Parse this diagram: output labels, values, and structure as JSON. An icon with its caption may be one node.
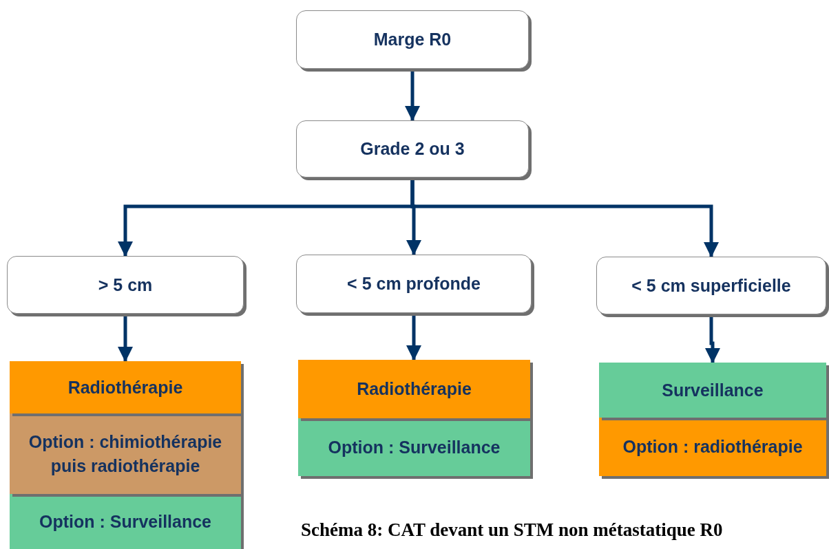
{
  "diagram": {
    "caption": "Schéma 8: CAT devant un STM non métastatique R0",
    "nodes": [
      {
        "text": [
          "Marge R0"
        ]
      },
      {
        "text": [
          "Grade 2 ou 3"
        ]
      },
      {
        "text": [
          "> 5 cm"
        ]
      },
      {
        "text": [
          "< 5 cm profonde"
        ]
      },
      {
        "text": [
          "< 5 cm superficielle"
        ]
      },
      {
        "text": [
          "Radiothérapie"
        ]
      },
      {
        "text": [
          "Option : chimiothérapie puis radiothérapie"
        ]
      },
      {
        "text": [
          "Option : Surveillance"
        ]
      },
      {
        "text": [
          "Radiothérapie"
        ]
      },
      {
        "text": [
          "Option : Surveillance"
        ]
      },
      {
        "text": [
          "Surveillance"
        ]
      },
      {
        "text": [
          "Option : radiothérapie"
        ]
      }
    ],
    "edges": [
      {
        "from": 0,
        "to": 1,
        "arrow": "to"
      },
      {
        "from": 1,
        "to": 2,
        "arrow": "to"
      },
      {
        "from": 1,
        "to": 3,
        "arrow": "to"
      },
      {
        "from": 1,
        "to": 4,
        "arrow": "to"
      },
      {
        "from": 2,
        "to": 5,
        "arrow": "to"
      },
      {
        "from": 3,
        "to": 8,
        "arrow": "to"
      },
      {
        "from": 4,
        "to": 10,
        "arrow": "to"
      }
    ]
  }
}
